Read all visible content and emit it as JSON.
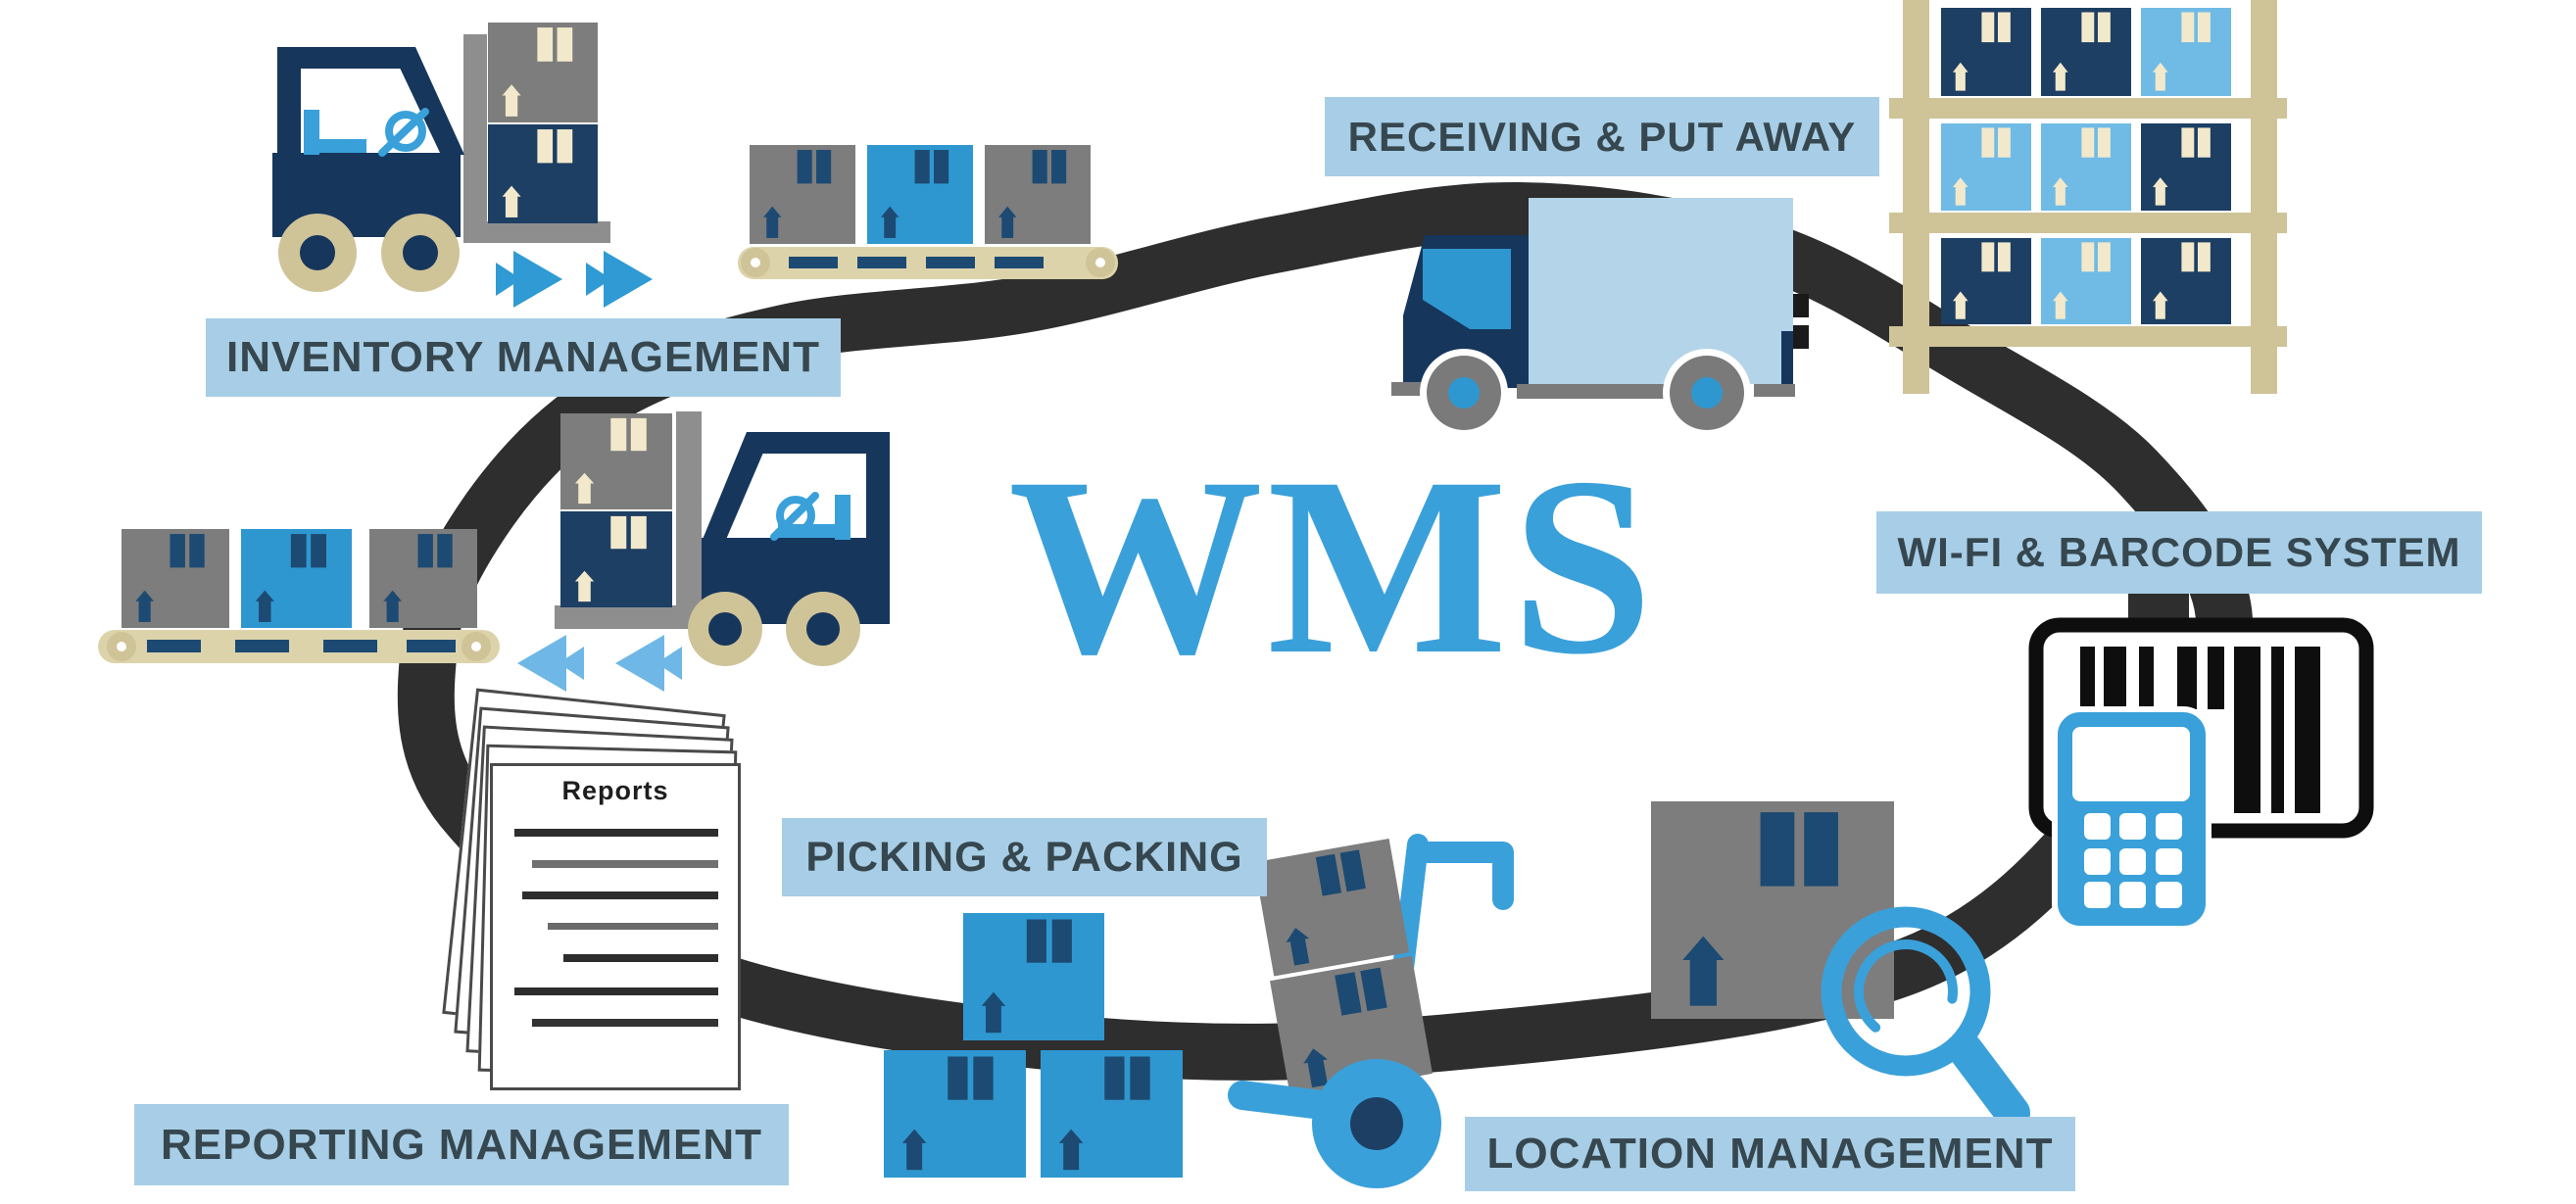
{
  "diagram_title": {
    "text": "WMS",
    "color": "#3aa0da"
  },
  "labels": {
    "inventory": "INVENTORY MANAGEMENT",
    "receiving": "RECEIVING & PUT AWAY",
    "wifi_barcode": "WI-FI & BARCODE SYSTEM",
    "location": "LOCATION MANAGEMENT",
    "picking": "PICKING & PACKING",
    "reporting": "REPORTING MANAGEMENT"
  },
  "reports_document": {
    "title": "Reports"
  },
  "icons": [
    "cycle-ring-icon",
    "forklift-right-icon",
    "forklift-left-icon",
    "conveyor-top-icon",
    "conveyor-left-icon",
    "truck-icon",
    "storage-rack-icon",
    "barcode-icon",
    "handheld-scanner-icon",
    "magnifier-icon",
    "hand-truck-icon",
    "reports-documents-icon",
    "fast-forward-arrows-icon",
    "rewind-arrows-icon",
    "cardboard-box-icon"
  ],
  "palette": {
    "accent": "#3aa0da",
    "blueBox": "#2f97d0",
    "lightBlueBox": "#70bbe6",
    "cargoBlue": "#b4d4e9",
    "navy": "#1d3f63",
    "navyDark": "#16365c",
    "grayBox": "#7d7d7d",
    "grayMech": "#8e8e8e",
    "tan": "#cfc398",
    "beltTan": "#ddd3ab",
    "creamTape": "#f2e9cc",
    "navyTape": "#1c4a72",
    "ring": "#2e2e2e",
    "labelBg": "#a7cee6",
    "labelText": "#37474f",
    "wheelGray": "#7a7a7a",
    "arrowBlue": "#2f9ad3",
    "arrowLight": "#6fb7e6",
    "barcodeInk": "#0e0e0e"
  }
}
